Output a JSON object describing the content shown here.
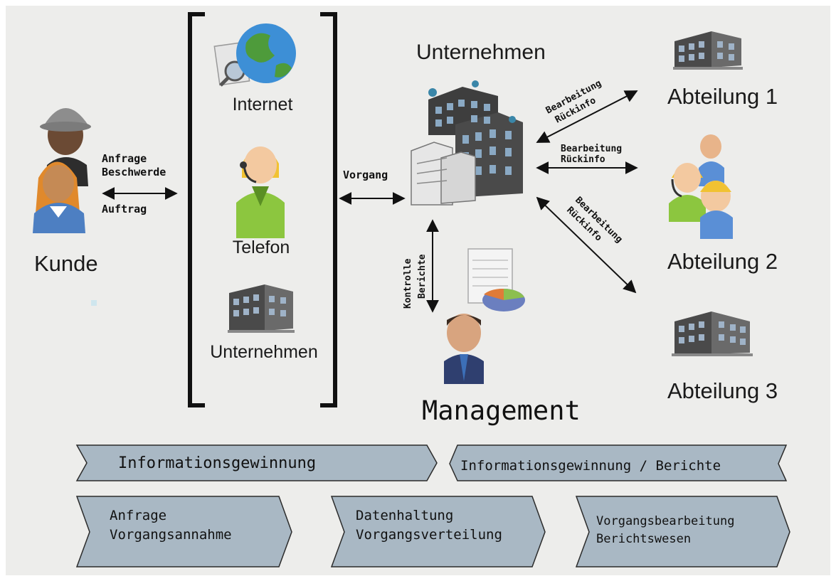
{
  "colors": {
    "background": "#ededeb",
    "chevron_fill": "#a9b8c4",
    "chevron_stroke": "#2b2b2b"
  },
  "customer": {
    "label": "Kunde",
    "arrow_label_line1": "Anfrage",
    "arrow_label_line2": "Beschwerde",
    "arrow_label_below": "Auftrag"
  },
  "channels": {
    "items": [
      {
        "label": "Internet",
        "icon": "globe-icon"
      },
      {
        "label": "Telefon",
        "icon": "call-agent-icon"
      },
      {
        "label": "Unternehmen",
        "icon": "office-building-icon"
      }
    ]
  },
  "company": {
    "label": "Unternehmen",
    "vorgang_label": "Vorgang",
    "icon": "server-building-icon"
  },
  "departments": {
    "items": [
      {
        "label": "Abteilung 1",
        "icon": "office-building-icon"
      },
      {
        "label": "Abteilung 2",
        "icon": "team-icon"
      },
      {
        "label": "Abteilung 3",
        "icon": "office-building-icon"
      }
    ],
    "arrow_label_line1": "Bearbeitung",
    "arrow_label_line2": "Rückinfo"
  },
  "management": {
    "label": "Management",
    "arrow_label_line1": "Kontrolle",
    "arrow_label_line2": "Berichte",
    "icon": "manager-report-icon"
  },
  "process": {
    "row1": [
      {
        "line1": "Informationsgewinnung"
      },
      {
        "line1": "Informationsgewinnung / Berichte"
      }
    ],
    "row2": [
      {
        "line1": "Anfrage",
        "line2": "Vorgangsannahme"
      },
      {
        "line1": "Datenhaltung",
        "line2": "Vorgangsverteilung"
      },
      {
        "line1": "Vorgangsbearbeitung",
        "line2": "Berichtswesen"
      }
    ]
  }
}
